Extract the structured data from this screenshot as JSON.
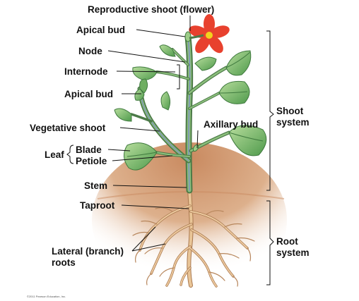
{
  "labels": {
    "reproductive_shoot": "Reproductive shoot (flower)",
    "apical_bud_top": "Apical bud",
    "node": "Node",
    "internode": "Internode",
    "apical_bud_lower": "Apical bud",
    "vegetative_shoot": "Vegetative shoot",
    "axillary_bud": "Axillary bud",
    "leaf": "Leaf",
    "blade": "Blade",
    "petiole": "Petiole",
    "stem": "Stem",
    "taproot": "Taproot",
    "lateral_roots_line1": "Lateral (branch)",
    "lateral_roots_line2": "roots",
    "shoot_system_line1": "Shoot",
    "shoot_system_line2": "system",
    "root_system_line1": "Root",
    "root_system_line2": "system"
  },
  "copyright": "©2011 Pearson Education, Inc.",
  "colors": {
    "stem": "#5e8c5a",
    "stem_highlight": "#8fbf7f",
    "vein": "#7a8fc0",
    "leaf": "#5ea45a",
    "leaf_light": "#a9d68f",
    "flower": "#e8412e",
    "flower_center": "#f2d21e",
    "soil_top": "#f6e3cf",
    "soil_mid": "#d9a57e",
    "soil_dark": "#b8774f",
    "root": "#e2b98c",
    "root_dark": "#a77c5a"
  }
}
